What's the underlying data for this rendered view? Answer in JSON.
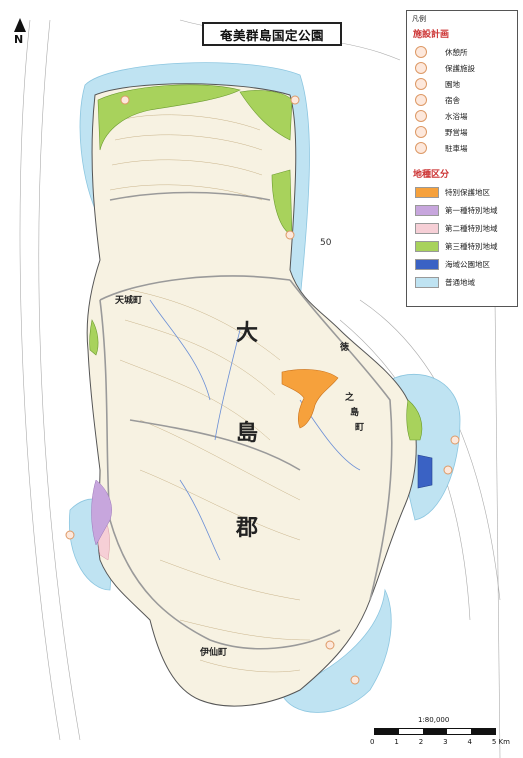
{
  "title": "奄美群島国定公園",
  "north_label": "N",
  "legend": {
    "header": "凡例",
    "facilities_heading": "施設計画",
    "facilities": [
      {
        "label": "休憩所",
        "icon": "rest-house-icon"
      },
      {
        "label": "保護施設",
        "icon": "protection-facility-icon"
      },
      {
        "label": "園地",
        "icon": "park-area-icon"
      },
      {
        "label": "宿舎",
        "icon": "lodging-icon"
      },
      {
        "label": "水浴場",
        "icon": "swimming-beach-icon"
      },
      {
        "label": "野営場",
        "icon": "campsite-icon"
      },
      {
        "label": "駐車場",
        "icon": "parking-icon"
      }
    ],
    "zones_heading": "地種区分",
    "zones": [
      {
        "label": "特別保護地区",
        "color": "#f6a13c"
      },
      {
        "label": "第一種特別地域",
        "color": "#c7a6dd"
      },
      {
        "label": "第二種特別地域",
        "color": "#f6cfd6"
      },
      {
        "label": "第三種特別地域",
        "color": "#a8d25c"
      },
      {
        "label": "海域公園地区",
        "color": "#3a62c4"
      },
      {
        "label": "普通地域",
        "color": "#bfe3f2"
      }
    ]
  },
  "map_labels": {
    "district_chars": [
      "大",
      "島",
      "郡"
    ],
    "town_chars_east": [
      "徳",
      "之",
      "島",
      "町"
    ],
    "place_tennsitown": "天城町",
    "place_isentown": "伊仙町",
    "grid_label": "50"
  },
  "scale": {
    "ratio": "1:80,000",
    "ticks": [
      "0",
      "1",
      "2",
      "3",
      "4",
      "5 Km"
    ]
  },
  "colors": {
    "land": "#f7f2e2",
    "sea_buffer": "#bfe3f2",
    "road": "#9a9a9a",
    "river": "#6b8fd6"
  }
}
